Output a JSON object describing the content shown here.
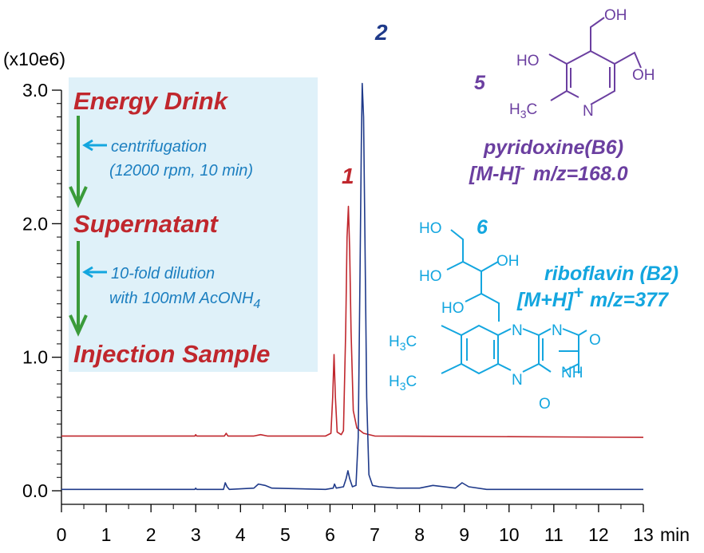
{
  "chart_data": {
    "type": "line",
    "ylabel": "(x10e6)",
    "xlabel": "min",
    "xlim": [
      0,
      13
    ],
    "ylim": [
      0,
      3.0
    ],
    "x_ticks": [
      0,
      1,
      2,
      3,
      4,
      5,
      6,
      7,
      8,
      9,
      10,
      11,
      12,
      13
    ],
    "x_tick_labels": [
      "0",
      "1",
      "2",
      "3",
      "4",
      "5",
      "6",
      "7",
      "8",
      "9",
      "10",
      "11",
      "12",
      "13"
    ],
    "y_ticks": [
      0,
      1.0,
      2.0,
      3.0
    ],
    "y_tick_labels": [
      "0.0",
      "1.0",
      "2.0",
      "3.0"
    ],
    "grid": false,
    "series": [
      {
        "color": "#c0272d",
        "x": [
          0,
          2.5,
          2.98,
          3.0,
          3.02,
          3.5,
          3.64,
          3.68,
          3.72,
          4.3,
          4.45,
          4.6,
          5.9,
          6.02,
          6.06,
          6.09,
          6.12,
          6.16,
          6.25,
          6.3,
          6.35,
          6.38,
          6.41,
          6.44,
          6.47,
          6.52,
          6.6,
          6.75,
          7.0,
          13.0
        ],
        "y": [
          0.41,
          0.41,
          0.41,
          0.42,
          0.41,
          0.41,
          0.41,
          0.43,
          0.41,
          0.41,
          0.42,
          0.41,
          0.41,
          0.43,
          0.7,
          1.02,
          0.7,
          0.44,
          0.42,
          0.45,
          1.2,
          1.9,
          2.13,
          1.8,
          1.2,
          0.6,
          0.47,
          0.43,
          0.41,
          0.4
        ]
      },
      {
        "color": "#1f3a8a",
        "x": [
          0,
          2.9,
          2.98,
          3.0,
          3.02,
          3.5,
          3.62,
          3.66,
          3.7,
          3.75,
          4.3,
          4.4,
          4.55,
          4.7,
          5.9,
          6.07,
          6.1,
          6.14,
          6.3,
          6.36,
          6.4,
          6.44,
          6.5,
          6.58,
          6.63,
          6.67,
          6.7,
          6.72,
          6.75,
          6.78,
          6.82,
          6.87,
          6.95,
          7.1,
          7.5,
          8.0,
          8.3,
          8.8,
          8.95,
          9.1,
          9.5,
          13.0
        ],
        "y": [
          0.01,
          0.01,
          0.01,
          0.02,
          0.01,
          0.01,
          0.01,
          0.06,
          0.03,
          0.01,
          0.02,
          0.05,
          0.04,
          0.02,
          0.01,
          0.02,
          0.05,
          0.02,
          0.03,
          0.09,
          0.15,
          0.09,
          0.03,
          0.04,
          0.4,
          1.6,
          2.6,
          3.05,
          2.8,
          1.9,
          0.7,
          0.12,
          0.04,
          0.03,
          0.02,
          0.02,
          0.04,
          0.02,
          0.06,
          0.03,
          0.01,
          0.01
        ]
      }
    ],
    "peak_labels": [
      {
        "text": "1",
        "color": "#c0272d"
      },
      {
        "text": "2",
        "color": "#1f3a8a"
      }
    ]
  },
  "sample_prep": {
    "step1": "Energy Drink",
    "note1_line1": "centrifugation",
    "note1_line2": "(12000 rpm, 10 min)",
    "step2": "Supernatant",
    "note2_line1": "10-fold dilution",
    "note2_line2": "with 100mM AcONH",
    "note2_sub": "4",
    "step3": "Injection Sample"
  },
  "compound5": {
    "number": "5",
    "name": "pyridoxine(B6)",
    "ion": "[M-H]",
    "charge": "-",
    "mz": "m/z=168.0",
    "atoms": {
      "oh_top": "OH",
      "oh_right": "OH",
      "ho": "HO",
      "methyl": "H",
      "methyl_sub": "3",
      "methyl_c": "C",
      "n": "N"
    }
  },
  "compound6": {
    "number": "6",
    "name": "riboflavin (B2)",
    "ion": "[M+H]",
    "charge": "+",
    "mz": "m/z=377",
    "atoms": {
      "ho1": "HO",
      "oh": "OH",
      "ho2": "HO",
      "ho3": "HO",
      "n_ring": "N",
      "n2": "N",
      "n3": "N",
      "o1": "O",
      "nh": "NH",
      "o2": "O",
      "h3c": "H",
      "sub": "3",
      "c": "C"
    }
  },
  "colors": {
    "red": "#c0272d",
    "blue": "#1f3a8a",
    "purple": "#6b3fa0",
    "cyan": "#13a6df",
    "arrow": "#3a9b3a",
    "box": "#dff1f9"
  }
}
